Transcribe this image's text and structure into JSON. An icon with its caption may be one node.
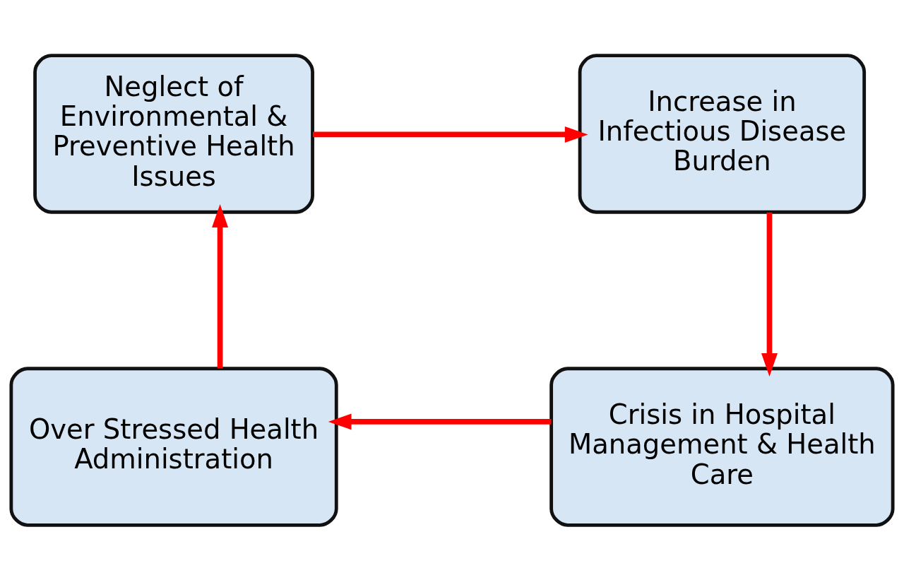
{
  "diagram": {
    "nodes": [
      {
        "text": [
          "Neglect of Environmental & Preventive Health Issues"
        ]
      },
      {
        "text": [
          "Increase in Infectious Disease Burden"
        ]
      },
      {
        "text": [
          "Crisis in Hospital Management & Health Care"
        ]
      },
      {
        "text": [
          "Over Stressed Health Administration"
        ]
      }
    ],
    "edges": [
      {
        "from": 0,
        "to": 1,
        "arrow": "to"
      },
      {
        "from": 1,
        "to": 2,
        "arrow": "to"
      },
      {
        "from": 2,
        "to": 3,
        "arrow": "to"
      },
      {
        "from": 3,
        "to": 0,
        "arrow": "to"
      }
    ]
  }
}
